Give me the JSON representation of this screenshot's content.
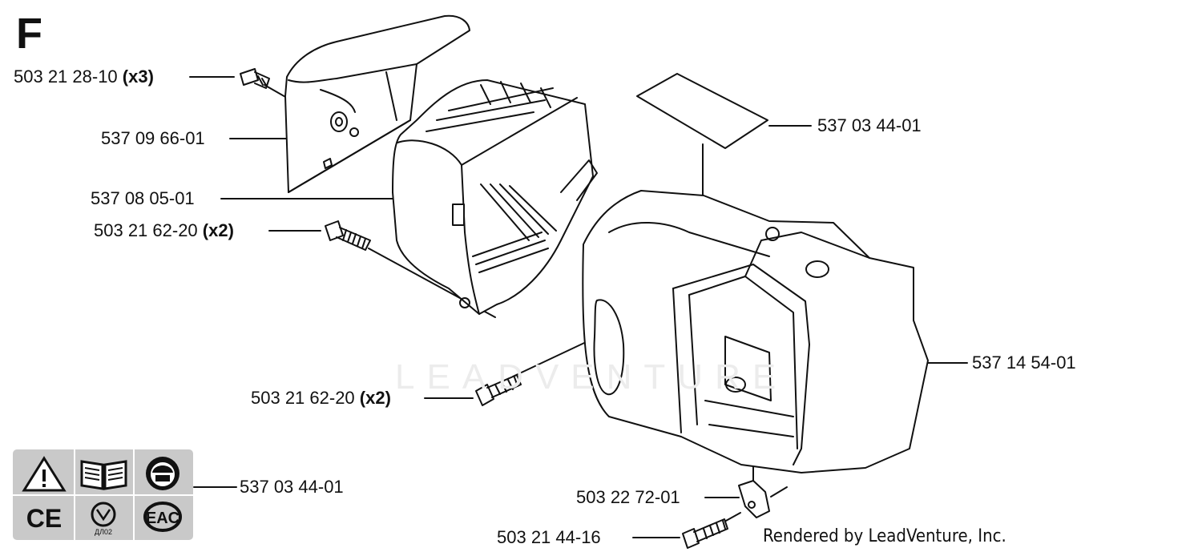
{
  "diagram_letter": "F",
  "watermark": "LEADVENTURE",
  "credit": "Rendered by LeadVenture, Inc.",
  "callouts": [
    {
      "part": "503 21 28-10",
      "qty": "(x3)"
    },
    {
      "part": "537 09 66-01",
      "qty": ""
    },
    {
      "part": "537 08 05-01",
      "qty": ""
    },
    {
      "part": "503 21 62-20",
      "qty": "(x2)"
    },
    {
      "part": "537 03 44-01",
      "qty": ""
    },
    {
      "part": "537 14 54-01",
      "qty": ""
    },
    {
      "part": "503 21 62-20",
      "qty": "(x2)"
    },
    {
      "part": "537 03 44-01",
      "qty": ""
    },
    {
      "part": "503 22 72-01",
      "qty": ""
    },
    {
      "part": "503 21 44-16",
      "qty": ""
    }
  ],
  "decal_icons": [
    "warning-triangle-icon",
    "manual-book-icon",
    "helmet-icon",
    "ce-mark-icon",
    "rst-mark-icon",
    "eac-mark-icon"
  ],
  "decal_texts": {
    "ce": "CE",
    "rst_sub": "ДЛ02",
    "eac": "EAC"
  }
}
